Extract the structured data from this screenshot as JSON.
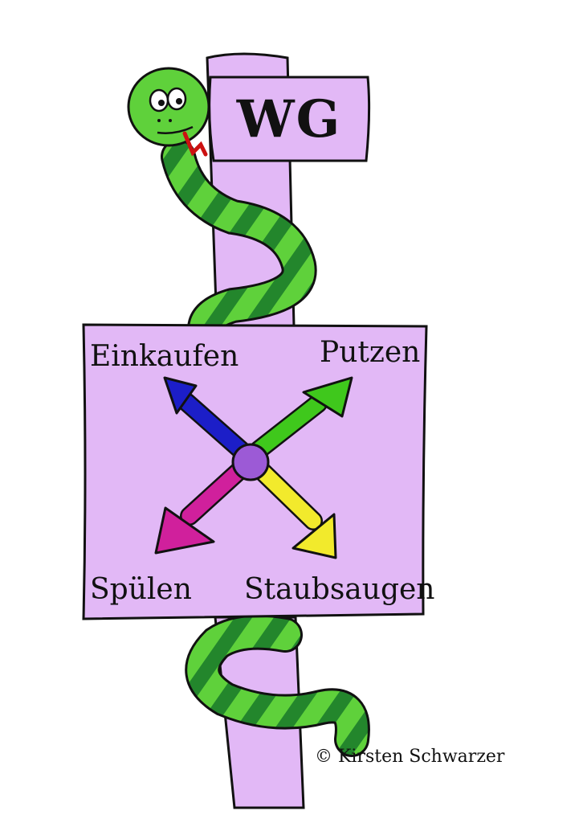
{
  "sign_top": {
    "text": "WG"
  },
  "directions": {
    "top_left": "Einkaufen",
    "top_right": "Putzen",
    "bottom_left": "Spülen",
    "bottom_right": "Staubsaugen"
  },
  "credit": "© Kirsten Schwarzer",
  "colors": {
    "sign_fill": "#e2b8f6",
    "snake_light": "#5fd13b",
    "snake_dark": "#23862c",
    "arrow_blue": "#1c1ec8",
    "arrow_green": "#3fc81c",
    "arrow_magenta": "#d0209c",
    "arrow_yellow": "#f2ea2c",
    "hub": "#9c5ad6"
  }
}
